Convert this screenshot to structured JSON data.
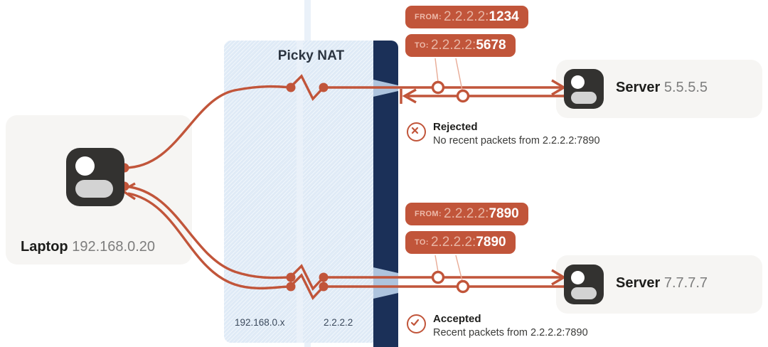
{
  "nat": {
    "title": "Picky NAT",
    "inside_label": "192.168.0.x",
    "outside_label": "2.2.2.2"
  },
  "nodes": {
    "laptop": {
      "name": "Laptop",
      "address": "192.168.0.20",
      "icon": "user-device-icon"
    },
    "server1": {
      "name": "Server",
      "address": "5.5.5.5",
      "icon": "user-device-icon"
    },
    "server2": {
      "name": "Server",
      "address": "7.7.7.7",
      "icon": "user-device-icon"
    }
  },
  "packets": [
    {
      "key": "FROM:",
      "ip": "2.2.2.2:",
      "port": "1234"
    },
    {
      "key": "TO:",
      "ip": "2.2.2.2:",
      "port": "5678"
    },
    {
      "key": "FROM:",
      "ip": "2.2.2.2:",
      "port": "7890"
    },
    {
      "key": "TO:",
      "ip": "2.2.2.2:",
      "port": "7890"
    }
  ],
  "verdicts": [
    {
      "icon": "x-circle-icon",
      "title": "Rejected",
      "desc": "No recent packets from 2.2.2.2:7890"
    },
    {
      "icon": "check-circle-icon",
      "title": "Accepted",
      "desc": "Recent packets from 2.2.2.2:7890"
    }
  ],
  "colors": {
    "accent": "#c1553a",
    "nat_bg": "#dfeaf6",
    "nat_wall": "#1b3058",
    "card_bg": "#f6f5f3",
    "glyph": "#333230"
  }
}
